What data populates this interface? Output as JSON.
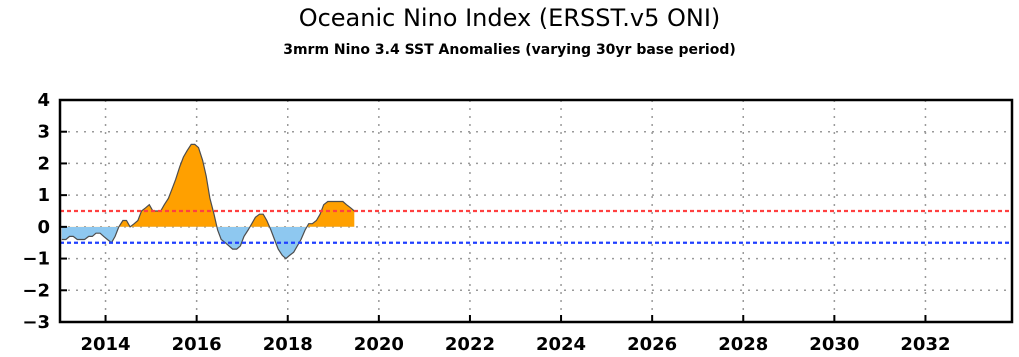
{
  "chart_data": {
    "type": "area",
    "title": "Oceanic Nino Index (ERSST.v5 ONI)",
    "subtitle": "3mrm Nino 3.4 SST Anomalies (varying 30yr base period)",
    "xlabel": "",
    "ylabel": "",
    "xlim": [
      2013.0,
      2033.9
    ],
    "ylim": [
      -3,
      4
    ],
    "xticks": [
      2014,
      2016,
      2018,
      2020,
      2022,
      2024,
      2026,
      2028,
      2030,
      2032
    ],
    "yticks": [
      4,
      3,
      2,
      1,
      0,
      -1,
      -2,
      -3
    ],
    "xtick_labels": [
      "2014",
      "2016",
      "2018",
      "2020",
      "2022",
      "2024",
      "2026",
      "2028",
      "2030",
      "2032"
    ],
    "ytick_labels": [
      "4",
      "3",
      "2",
      "1",
      "0",
      "−1",
      "−2",
      "−3"
    ],
    "grid": true,
    "reference_lines": [
      {
        "y": 0.5,
        "color": "#ff4040"
      },
      {
        "y": -0.5,
        "color": "#2040ff"
      }
    ],
    "colors": {
      "positive": "#ffa000",
      "negative": "#8ec8f0",
      "line": "#4d4d4d"
    },
    "series": [
      {
        "x": [
          2013.04,
          2013.13,
          2013.21,
          2013.29,
          2013.38,
          2013.46,
          2013.54,
          2013.63,
          2013.71,
          2013.79,
          2013.88,
          2013.96,
          2014.04,
          2014.13,
          2014.21,
          2014.29,
          2014.38,
          2014.46,
          2014.54,
          2014.63,
          2014.71,
          2014.79,
          2014.88,
          2014.96,
          2015.04,
          2015.13,
          2015.21,
          2015.29,
          2015.38,
          2015.46,
          2015.54,
          2015.63,
          2015.71,
          2015.79,
          2015.88,
          2015.96,
          2016.04,
          2016.13,
          2016.21,
          2016.29,
          2016.38,
          2016.46,
          2016.54,
          2016.63,
          2016.71,
          2016.79,
          2016.88,
          2016.96,
          2017.04,
          2017.13,
          2017.21,
          2017.29,
          2017.38,
          2017.46,
          2017.54,
          2017.63,
          2017.71,
          2017.79,
          2017.88,
          2017.96,
          2018.04,
          2018.13,
          2018.21,
          2018.29,
          2018.38,
          2018.46,
          2018.54,
          2018.63,
          2018.71,
          2018.79,
          2018.88,
          2018.96,
          2019.04,
          2019.13,
          2019.21,
          2019.29,
          2019.38,
          2019.46
        ],
        "values": [
          -0.4,
          -0.4,
          -0.3,
          -0.3,
          -0.4,
          -0.4,
          -0.4,
          -0.3,
          -0.3,
          -0.2,
          -0.2,
          -0.3,
          -0.4,
          -0.5,
          -0.3,
          0.0,
          0.2,
          0.2,
          0.0,
          0.1,
          0.2,
          0.5,
          0.6,
          0.7,
          0.5,
          0.5,
          0.5,
          0.7,
          0.9,
          1.2,
          1.5,
          1.9,
          2.2,
          2.4,
          2.6,
          2.6,
          2.5,
          2.1,
          1.6,
          0.9,
          0.4,
          -0.1,
          -0.4,
          -0.5,
          -0.6,
          -0.7,
          -0.7,
          -0.6,
          -0.3,
          -0.1,
          0.1,
          0.3,
          0.4,
          0.4,
          0.2,
          -0.1,
          -0.4,
          -0.7,
          -0.9,
          -1.0,
          -0.9,
          -0.8,
          -0.6,
          -0.4,
          -0.1,
          0.1,
          0.1,
          0.2,
          0.4,
          0.7,
          0.8,
          0.8,
          0.8,
          0.8,
          0.8,
          0.7,
          0.6,
          0.5
        ]
      }
    ]
  }
}
